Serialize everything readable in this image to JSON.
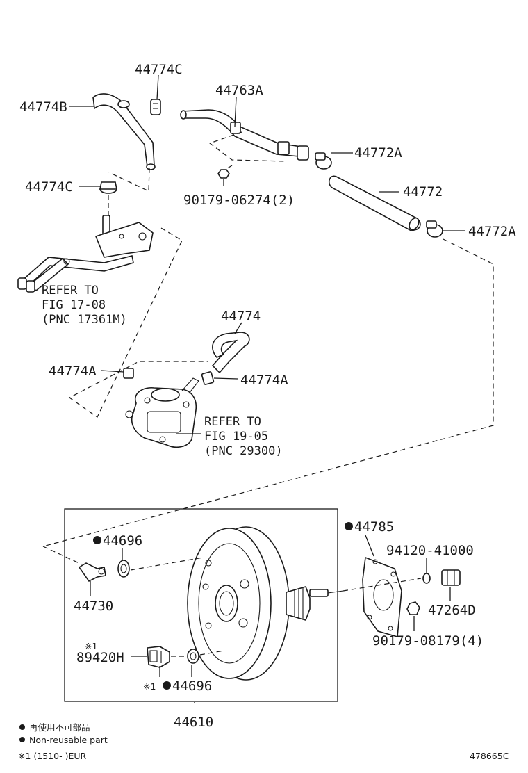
{
  "parts": {
    "p44774C_top": "44774C",
    "p44774B": "44774B",
    "p44774C_left": "44774C",
    "p44763A": "44763A",
    "p44772A_top": "44772A",
    "p90179_06274": "90179-06274(2)",
    "p44772": "44772",
    "p44772A_right": "44772A",
    "p44774": "44774",
    "p44774A_left": "44774A",
    "p44774A_right": "44774A",
    "p44696_top": "44696",
    "p44730": "44730",
    "p89420H_note": "※1",
    "p89420H": "89420H",
    "p44696_bottom_note": "※1",
    "p44696_bottom": "44696",
    "p44610": "44610",
    "p44785": "44785",
    "p94120_41000": "94120-41000",
    "p47264D": "47264D",
    "p90179_08179": "90179-08179(4)"
  },
  "refs": {
    "ref1": [
      "REFER TO",
      "FIG 17-08",
      "(PNC 17361M)"
    ],
    "ref2": [
      "REFER TO",
      "FIG 19-05",
      "(PNC 29300)"
    ]
  },
  "legend": {
    "line1": "再使用不可部品",
    "line2": "Non-reusable part",
    "line3": "※1 (1510-     )EUR"
  },
  "figure_id": "478665C"
}
